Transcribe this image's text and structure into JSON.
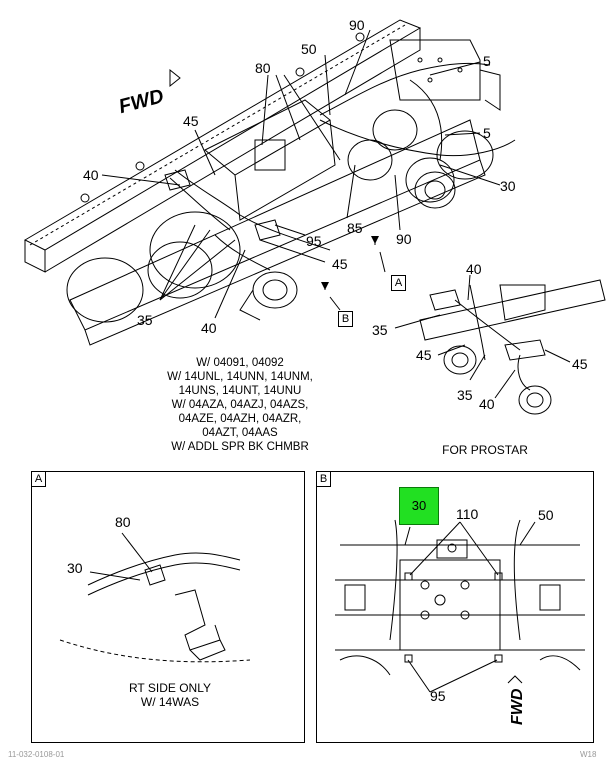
{
  "main": {
    "fwd_label": "FWD",
    "callouts": {
      "c90_top": "90",
      "c50": "50",
      "c80": "80",
      "c5_top": "5",
      "c5_mid": "5",
      "c45": "45",
      "c40": "40",
      "c30": "30",
      "c85": "85",
      "c90_low": "90",
      "c95": "95",
      "c45_low": "45",
      "c35": "35",
      "c40_low": "40"
    },
    "view_tags": {
      "a": "A",
      "b": "B"
    },
    "note_lines": [
      "W/ 04091, 04092",
      "W/ 14UNL, 14UNN, 14UNM,",
      "14UNS, 14UNT, 14UNU",
      "W/ 04AZA, 04AZJ, 04AZS,",
      "04AZE, 04AZH, 04AZR,",
      "04AZT, 04AAS",
      "W/ ADDL SPR BK CHMBR"
    ]
  },
  "prostar": {
    "caption": "FOR PROSTAR",
    "callouts": {
      "c40": "40",
      "c35": "35",
      "c45_left": "45",
      "c35_low": "35",
      "c45_right": "45",
      "c40_low": "40"
    }
  },
  "detail_a": {
    "tag": "A",
    "callouts": {
      "c80": "80",
      "c30": "30"
    },
    "caption_lines": [
      "RT SIDE ONLY",
      "W/ 14WAS"
    ]
  },
  "detail_b": {
    "tag": "B",
    "highlight": "30",
    "highlight_color": "#22e022",
    "callouts": {
      "c110": "110",
      "c50": "50",
      "c95": "95"
    },
    "fwd_label": "FWD"
  },
  "footer": {
    "left": "11-032-0108-01",
    "right": "W18"
  }
}
